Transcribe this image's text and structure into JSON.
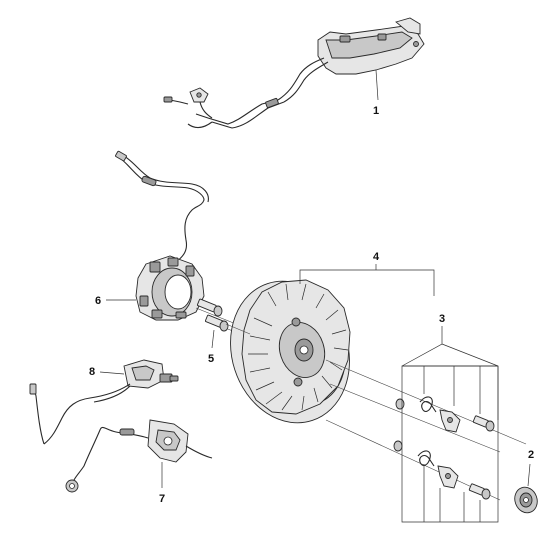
{
  "callouts": {
    "c1": "1",
    "c2": "2",
    "c3": "3",
    "c4": "4",
    "c5": "5",
    "c6": "6",
    "c7": "7",
    "c8": "8"
  },
  "colors": {
    "line": "#2a2a2a",
    "fill_light": "#e6e6e6",
    "fill_dark": "#9a9a9a",
    "background": "#ffffff"
  }
}
